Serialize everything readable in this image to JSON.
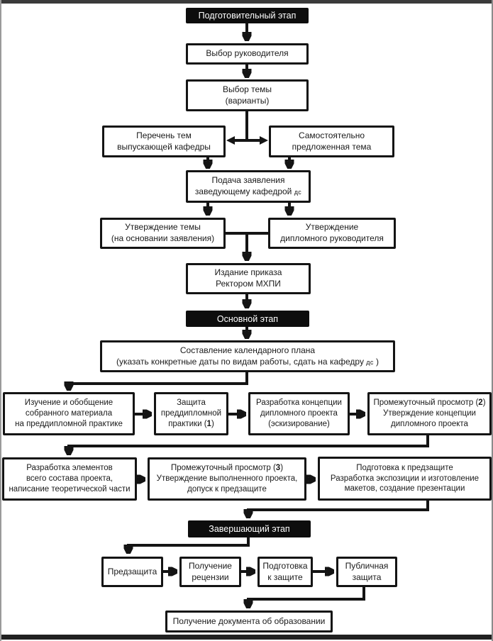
{
  "colors": {
    "ink": "#141414",
    "stage_bg": "#0d0d0d",
    "stage_text": "#ffffff",
    "background": "#ffffff",
    "frame_top": "#3a3a3a",
    "frame_bottom": "#212121"
  },
  "stages": {
    "preparatory": "Подготовительный этап",
    "main": "Основной этап",
    "final": "Завершающий этап"
  },
  "preparatory": {
    "supervisor": "Выбор руководителя",
    "topic": "Выбор темы\n(варианты)",
    "dept_topics": "Перечень тем\nвыпускающей кафедры",
    "own_topic": "Самостоятельно\nпредложенная тема",
    "application": {
      "text": "Подача заявления\nзаведующему кафедрой ",
      "dept_abbr": "дс"
    },
    "approve_topic": "Утверждение темы\n(на основании заявления)",
    "approve_supervisor": "Утверждение\nдипломного руководителя",
    "order": "Издание приказа\nРектором МХПИ"
  },
  "main": {
    "calendar": {
      "line1": "Составление календарного плана\n",
      "line2_pre": "(указать конкретные даты по видам работы, сдать на кафедру ",
      "dept_abbr": "дс",
      "line2_post": " )"
    },
    "study": "Изучение и обобщение\nсобранного материала\nна преддипломной практике",
    "practice_defense": {
      "pre": "Защита\nпреддипломной\nпрактики (",
      "num": "1",
      "post": ")"
    },
    "concept": "Разработка концепции\nдипломного проекта\n(эскизирование)",
    "review2": {
      "pre": "Промежуточный просмотр (",
      "num": "2",
      "post": ")\nУтверждение концепции\nдипломного проекта"
    },
    "elements": "Разработка элементов\nвсего состава проекта,\nнаписание теоретической части",
    "review3": {
      "pre": "Промежуточный просмотр (",
      "num": "3",
      "post": ")\nУтверждение выполненного проекта,\nдопуск к предзащите"
    },
    "predefense_prep": "Подготовка к предзащите\nРазработка экспозиции и изготовление\nмакетов, создание презентации"
  },
  "final": {
    "predefense": "Предзащита",
    "review_receipt": "Получение\nрецензии",
    "defense_prep": "Подготовка\nк защите",
    "public_defense": "Публичная\nзащита",
    "diploma": "Получение документа об образовании"
  }
}
